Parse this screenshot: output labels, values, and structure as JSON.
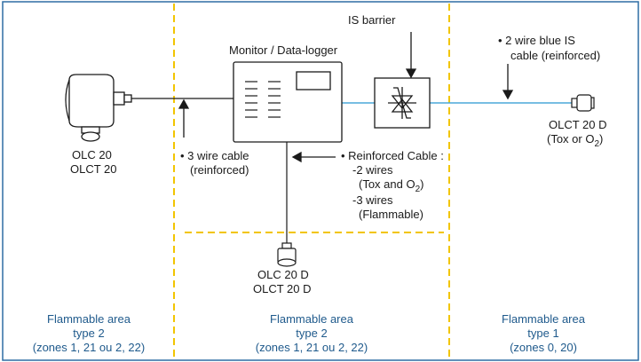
{
  "labels": {
    "monitor": "Monitor / Data-logger",
    "is_barrier": "IS barrier",
    "blue_cable": [
      "• 2 wire blue IS",
      "cable (reinforced)"
    ],
    "olct20d_right": [
      "OLCT 20 D",
      "(Tox or O",
      "2",
      ")"
    ],
    "olc20_left": [
      "OLC 20",
      "OLCT 20"
    ],
    "cable3": [
      "• 3 wire cable",
      "(reinforced)"
    ],
    "reinforced": [
      "• Reinforced Cable :",
      "-2 wires",
      "(Tox and O",
      "2",
      ")",
      "-3 wires",
      "(Flammable)"
    ],
    "bottom_detector": [
      "OLC 20 D",
      "OLCT 20 D"
    ]
  },
  "zones": [
    {
      "title": "Flammable area",
      "type": "type 2",
      "zones": "(zones 1, 21 ou 2, 22)"
    },
    {
      "title": "Flammable area",
      "type": "type 2",
      "zones": "(zones 1, 21 ou 2, 22)"
    },
    {
      "title": "Flammable area",
      "type": "type 1",
      "zones": "(zones 0, 20)"
    }
  ],
  "colors": {
    "frame": "#2e6da4",
    "zone_divider": "#f2c500",
    "is_cable": "#4aa8d8",
    "zone_text": "#1f5a8c",
    "equipment": "#1a1a1a"
  }
}
